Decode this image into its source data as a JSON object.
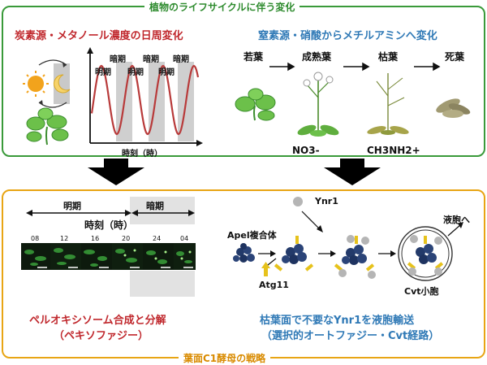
{
  "top_title": "植物のライフサイクルに伴う変化",
  "bottom_title": "葉面C1酵母の戦略",
  "left_heading": "炭素源・メタノール濃度の日周変化",
  "right_heading": "窒素源・硝酸からメチルアミンへ変化",
  "chart_labels": {
    "dark": "暗期",
    "light": "明期",
    "xaxis": "時刻（時）"
  },
  "stages": [
    "若葉",
    "成熟葉",
    "枯葉",
    "死葉"
  ],
  "nitrate": "NO3-",
  "methylamine": "CH3NH2+",
  "timeline": {
    "light": "明期",
    "dark": "暗期",
    "time_label": "時刻（時）",
    "hours": [
      "08",
      "12",
      "16",
      "20",
      "24",
      "04"
    ]
  },
  "pexophagy": {
    "line1": "ペルオキシソーム合成と分解",
    "line2": "（ペキソファジー）"
  },
  "cvt": {
    "ynr1": "Ynr1",
    "ape1": "Apel複合体",
    "atg11": "Atg11",
    "cvt_vesicle": "Cvt小胞",
    "vacuole": "液胞へ",
    "line1": "枯葉面で不要なYnr1を液胞輸送",
    "line2": "（選択的オートファジー・Cvt経路）"
  },
  "colors": {
    "green": "#3a9a3a",
    "orange": "#e8a514",
    "red": "#c0282d",
    "blue": "#2f79b6"
  }
}
